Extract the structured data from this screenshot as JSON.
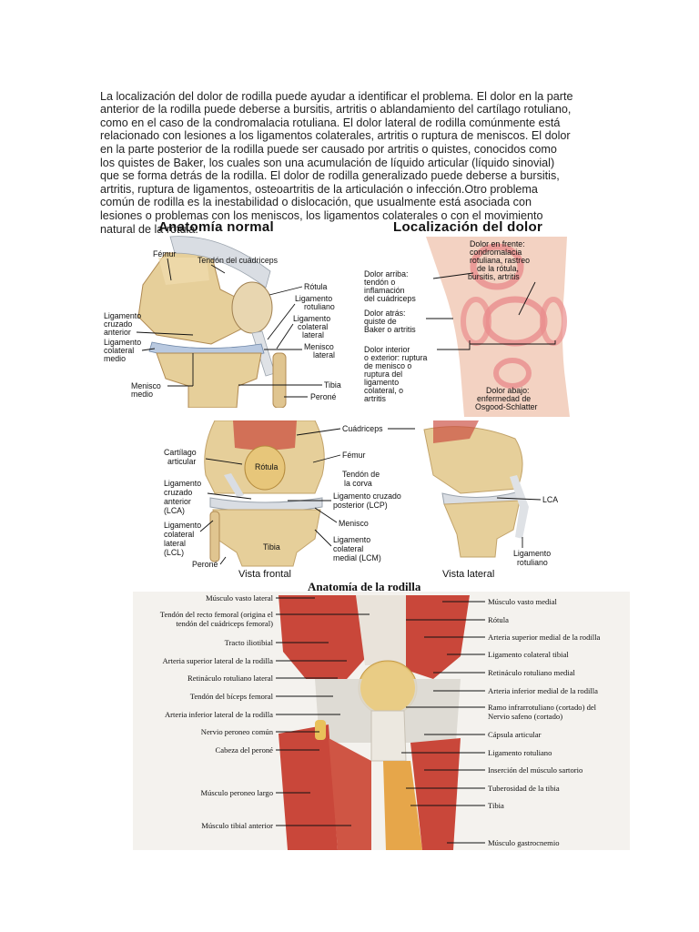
{
  "paragraph": "La localización del dolor de rodilla puede ayudar a identificar el problema. El dolor en la parte anterior de la rodilla puede deberse a bursitis, artritis o ablandamiento del cartílago rotuliano, como en el caso de la condromalacia rotuliana. El dolor lateral de rodilla comúnmente está relacionado con lesiones a los ligamentos colaterales, artritis o ruptura de meniscos. El dolor en la parte posterior de la rodilla puede ser causado por artritis o quistes, conocidos como los quistes de Baker, los cuales son una acumulación de líquido articular (líquido sinovial) que se forma detrás de la rodilla. El dolor de rodilla generalizado puede deberse a bursitis, artritis, ruptura de ligamentos, osteoartritis de la articulación o infección.Otro problema común de rodilla es la inestabilidad o dislocación, que usualmente está asociada con lesiones o problemas con los meniscos, los ligamentos colaterales o con el movimiento natural de la rótula.",
  "fig_normal": {
    "title": "Anatomía normal",
    "labels": {
      "femur": "Fémur",
      "tendon_cuad": "Tendón del cuádriceps",
      "rotula": "Rótula",
      "lig_rot_1": "Ligamento",
      "lig_rot_2": "rotuliano",
      "lca_1": "Ligamento",
      "lca_2": "cruzado",
      "lca_3": "anterior",
      "lcl_1": "Ligamento",
      "lcl_2": "colateral",
      "lcl_3": "lateral",
      "lcm_1": "Ligamento",
      "lcm_2": "colateral",
      "lcm_3": "medio",
      "menl_1": "Menisco",
      "menl_2": "lateral",
      "menm_1": "Menisco",
      "menm_2": "medio",
      "tibia": "Tibia",
      "perone": "Peroné"
    }
  },
  "fig_dolor": {
    "title": "Localización del dolor",
    "labels": {
      "frente_1": "Dolor en frente:",
      "frente_2": "condromalacia",
      "frente_3": "rotuliana, rastreo",
      "frente_4": "de la rótula,",
      "frente_5": "bursitis, artritis",
      "arriba_1": "Dolor arriba:",
      "arriba_2": "tendón o",
      "arriba_3": "inflamación",
      "arriba_4": "del cuádriceps",
      "atras_1": "Dolor atrás:",
      "atras_2": "quiste de",
      "atras_3": "Baker o artritis",
      "inter_1": "Dolor interior",
      "inter_2": "o exterior: ruptura",
      "inter_3": "de menisco o",
      "inter_4": "ruptura del",
      "inter_5": "ligamento",
      "inter_6": "colateral, o",
      "inter_7": "artritis",
      "abajo_1": "Dolor abajo:",
      "abajo_2": "enfermedad de",
      "abajo_3": "Osgood-Schlatter"
    }
  },
  "fig_vistas": {
    "labels": {
      "cuadriceps": "Cuádriceps",
      "cart_1": "Cartílago",
      "cart_2": "articular",
      "rotula": "Rótula",
      "femur": "Fémur",
      "lca_1": "Ligamento",
      "lca_2": "cruzado",
      "lca_3": "anterior",
      "lca_4": "(LCA)",
      "tendon_1": "Tendón de",
      "tendon_2": "la corva",
      "lcp_1": "Ligamento cruzado",
      "lcp_2": "posterior (LCP)",
      "lca_side": "LCA",
      "lcl_1": "Ligamento",
      "lcl_2": "colateral",
      "lcl_3": "lateral",
      "lcl_4": "(LCL)",
      "menisco": "Menisco",
      "tibia": "Tibia",
      "perone": "Peroné",
      "lcm_1": "Ligamento",
      "lcm_2": "colateral",
      "lcm_3": "medial (LCM)",
      "ligrot_1": "Ligamento",
      "ligrot_2": "rotuliano",
      "vista_frontal": "Vista frontal",
      "vista_lateral": "Vista lateral"
    }
  },
  "fig_rodilla": {
    "title": "Anatomía de la rodilla",
    "left_labels": [
      "Músculo vasto lateral",
      "Tendón del recto femoral (origina el",
      "tendón del cuádriceps femoral)",
      "Tracto iliotibial",
      "Arteria superior lateral de la rodilla",
      "Retináculo rotuliano lateral",
      "Tendón del bíceps femoral",
      "Arteria inferior lateral de la rodilla",
      "Nervio peroneo común",
      "Cabeza del peroné",
      "Músculo peroneo largo",
      "Músculo tibial anterior"
    ],
    "right_labels": [
      "Músculo vasto medial",
      "Rótula",
      "Arteria superior medial de la rodilla",
      "Ligamento colateral tibial",
      "Retináculo rotuliano medial",
      "Arteria inferior medial de la rodilla",
      "Ramo infrarrotuliano (cortado) del",
      "Nervio safeno (cortado)",
      "Cápsula articular",
      "Ligamento rotuliano",
      "Inserción del músculo sartorio",
      "Tuberosidad de la tibia",
      "Tibia",
      "Músculo gastrocnemio"
    ]
  },
  "colors": {
    "bone": "#e6cf9a",
    "muscle": "#c9473a",
    "skin": "#f3d2c2",
    "pain": "#e98d8d",
    "ligament": "#d9dde3",
    "cartilage": "#b9c9e0"
  }
}
